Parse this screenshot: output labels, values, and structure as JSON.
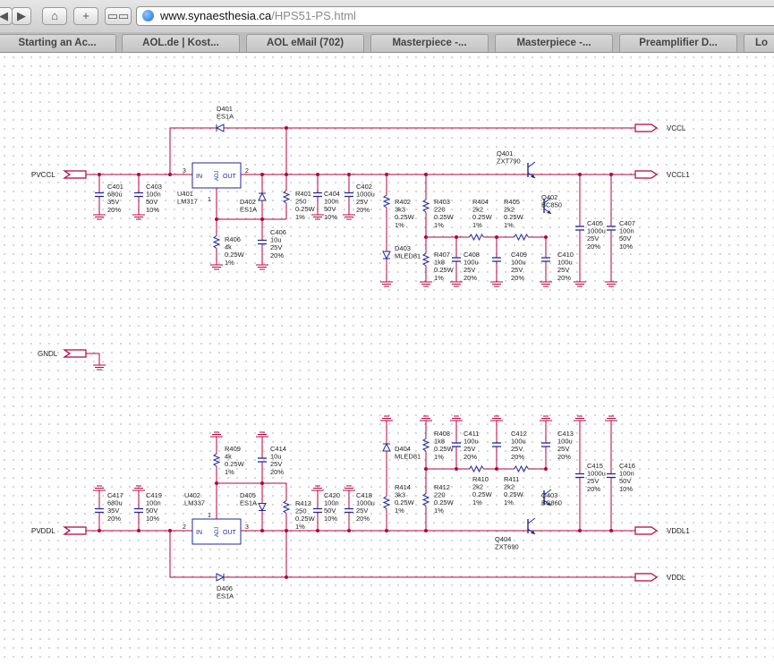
{
  "browser": {
    "url_domain": "www.synaesthesia.ca",
    "url_path": "/HPS51-PS.html",
    "tabs": [
      "Starting an Ac...",
      "AOL.de | Kost...",
      "AOL eMail (702)",
      "Masterpiece -...",
      "Masterpiece -...",
      "Preamplifier D...",
      "Lo"
    ],
    "icons": [
      "back-icon",
      "forward-icon",
      "home-icon",
      "add-bookmark-icon",
      "bookmarks-icon",
      "globe-icon"
    ]
  },
  "ports": {
    "pvccl": "PVCCL",
    "vccl": "VCCL",
    "vccl1": "VCCL1",
    "gndl": "GNDL",
    "pvddl": "PVDDL",
    "vddl1": "VDDL1",
    "vddl": "VDDL"
  },
  "parts": {
    "d401": [
      "D401",
      "ES1A"
    ],
    "c401": [
      "C401",
      "680u",
      "35V",
      "20%"
    ],
    "c403": [
      "C403",
      "100n",
      "50V",
      "10%"
    ],
    "u401": [
      "U401",
      "LM317"
    ],
    "u401_pins": [
      "IN",
      "OUT",
      "ADJ",
      "3",
      "2",
      "1"
    ],
    "d402": [
      "D402",
      "ES1A"
    ],
    "r401": [
      "R401",
      "250",
      "0.25W",
      "1%"
    ],
    "c404": [
      "C404",
      "100n",
      "50V",
      "10%"
    ],
    "c402": [
      "C402",
      "1000u",
      "25V",
      "20%"
    ],
    "r406": [
      "R406",
      "4k",
      "0.25W",
      "1%"
    ],
    "c406": [
      "C406",
      "10u",
      "25V",
      "20%"
    ],
    "r402": [
      "R402",
      "3k3",
      "0.25W",
      "1%"
    ],
    "d403": [
      "D403",
      "MLED81"
    ],
    "r403": [
      "R403",
      "220",
      "0.25W",
      "1%"
    ],
    "r407": [
      "R407",
      "1k8",
      "0.25W",
      "1%"
    ],
    "r404": [
      "R404",
      "2k2",
      "0.25W",
      "1%"
    ],
    "c408": [
      "C408",
      "100u",
      "25V",
      "20%"
    ],
    "r405": [
      "R405",
      "2k2",
      "0.25W",
      "1%"
    ],
    "c409": [
      "C409",
      "100u",
      "25V",
      "20%"
    ],
    "q401": [
      "Q401",
      "ZXT790"
    ],
    "q402": [
      "Q402",
      "BC850"
    ],
    "c410": [
      "C410",
      "100u",
      "25V",
      "20%"
    ],
    "c405": [
      "C405",
      "1000u",
      "25V",
      "20%"
    ],
    "c407": [
      "C407",
      "100n",
      "50V",
      "10%"
    ],
    "c417": [
      "C417",
      "680u",
      "35V",
      "20%"
    ],
    "c419": [
      "C419",
      "100n",
      "50V",
      "10%"
    ],
    "u402": [
      "U402",
      "LM337"
    ],
    "u402_pins": [
      "IN",
      "OUT",
      "ADJ",
      "2",
      "3",
      "1"
    ],
    "r409": [
      "R409",
      "4k",
      "0.25W",
      "1%"
    ],
    "c414": [
      "C414",
      "10u",
      "25V",
      "20%"
    ],
    "d405": [
      "D405",
      "ES1A"
    ],
    "r413": [
      "R413",
      "250",
      "0.25W",
      "1%"
    ],
    "c420": [
      "C420",
      "100n",
      "50V",
      "10%"
    ],
    "c418": [
      "C418",
      "1000u",
      "25V",
      "20%"
    ],
    "d404": [
      "D404",
      "MLED81"
    ],
    "r414": [
      "R414",
      "3k3",
      "0.25W",
      "1%"
    ],
    "r408": [
      "R408",
      "1k8",
      "0.25W",
      "1%"
    ],
    "c411": [
      "C411",
      "100u",
      "25V",
      "20%"
    ],
    "r412": [
      "R412",
      "220",
      "0.25W",
      "1%"
    ],
    "r410": [
      "R410",
      "2k2",
      "0.25W",
      "1%"
    ],
    "c412": [
      "C412",
      "100u",
      "25V",
      "20%"
    ],
    "r411": [
      "R411",
      "2k2",
      "0.25W",
      "1%"
    ],
    "c413": [
      "C413",
      "100u",
      "25V",
      "20%"
    ],
    "q403": [
      "Q403",
      "BC860"
    ],
    "c415": [
      "C415",
      "1000u",
      "25V",
      "20%"
    ],
    "c416": [
      "C416",
      "100n",
      "50V",
      "10%"
    ],
    "q404": [
      "Q404",
      "ZXT690"
    ],
    "d406": [
      "D406",
      "ES1A"
    ]
  },
  "colors": {
    "wire": "#b8003c",
    "component": "#1e2a9a",
    "label": "#202020",
    "junction": "#b8003c"
  }
}
